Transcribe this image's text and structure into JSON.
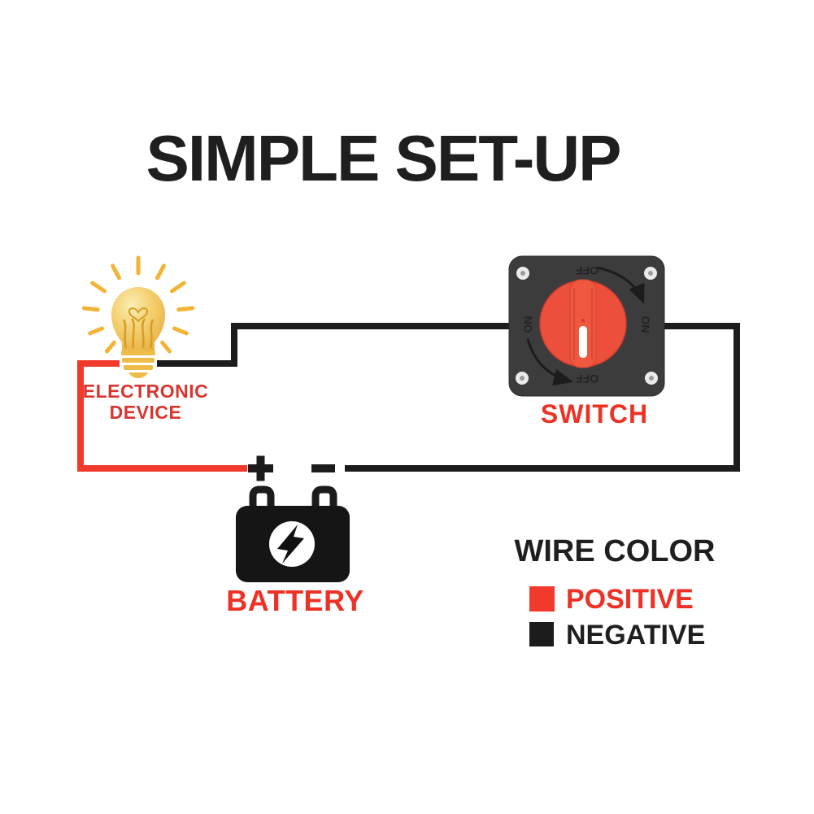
{
  "title": "SIMPLE SET-UP",
  "device": {
    "label_line1": "ELECTRONIC",
    "label_line2": "DEVICE"
  },
  "switch": {
    "label": "SWITCH",
    "plate_markings": {
      "left": "ON",
      "right": "ON",
      "top": "OFF",
      "bottom": "OFF"
    }
  },
  "battery": {
    "label": "BATTERY",
    "positive_symbol": "+",
    "negative_symbol": "-"
  },
  "legend": {
    "title": "WIRE COLOR",
    "items": [
      {
        "label": "POSITIVE",
        "color": "#f1392c"
      },
      {
        "label": "NEGATIVE",
        "color": "#1c1c1c"
      }
    ]
  },
  "colors": {
    "positive_wire": "#f1392c",
    "negative_wire": "#1c1c1c",
    "red_label": "#ed3124",
    "title_black": "#1f1f1f",
    "switch_plate": "#3c3c3c",
    "switch_knob": "#ec4f3b",
    "bulb_gold": "#f2b437",
    "battery_body": "#151515"
  }
}
